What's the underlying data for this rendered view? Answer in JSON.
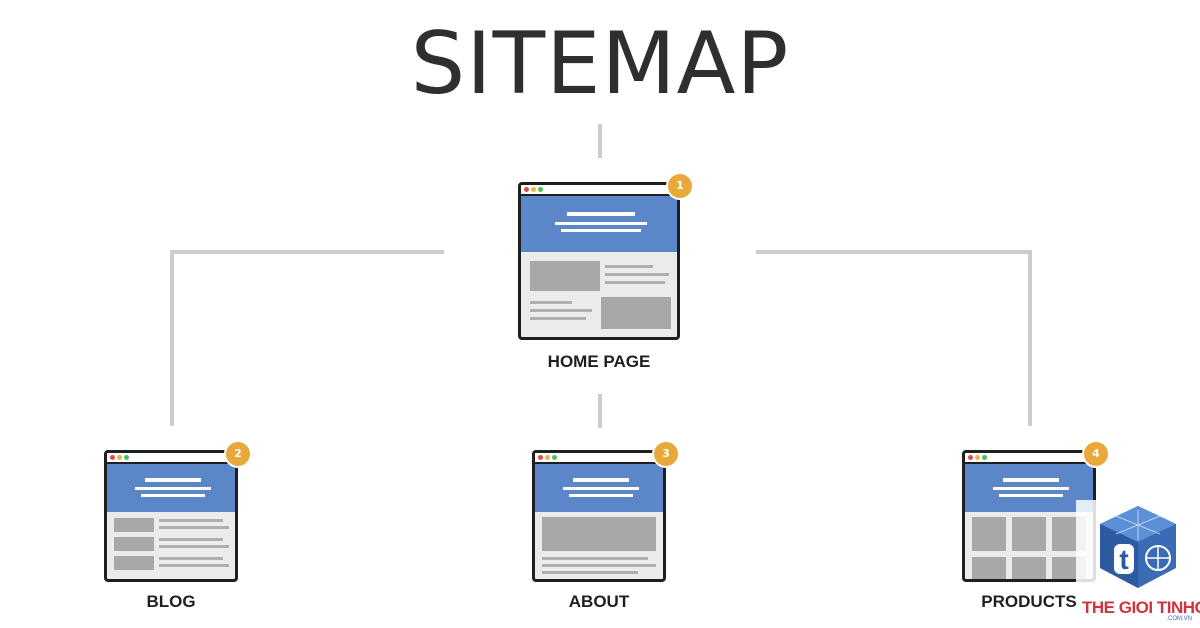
{
  "title": "SITEMAP",
  "colors": {
    "hero": "#5b86c8",
    "badge": "#e9a83a",
    "frame": "#1f1f1f",
    "connector": "#cccccc",
    "dot_red": "#e04b4b",
    "dot_yellow": "#f0b43c",
    "dot_green": "#4cbf5a",
    "brand_red": "#d1343c",
    "brand_blue": "#3a6bb5"
  },
  "pages": {
    "home": {
      "label": "HOME PAGE",
      "badge": "1"
    },
    "blog": {
      "label": "BLOG",
      "badge": "2"
    },
    "about": {
      "label": "ABOUT",
      "badge": "3"
    },
    "products": {
      "label": "PRODUCTS",
      "badge": "4"
    }
  },
  "brand": {
    "name": "THE GIOI TINHOC",
    "domain": ".COM.VN",
    "icon": "cube-t-logo-icon"
  }
}
